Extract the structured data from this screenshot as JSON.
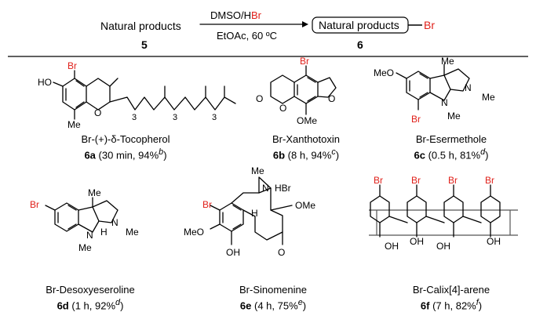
{
  "scheme": {
    "reactant_label": "Natural products",
    "reactant_number": "5",
    "reagent_top_prefix": "DMSO/H",
    "reagent_top_br": "Br",
    "conditions": "EtOAc, 60 ºC",
    "product_label": "Natural products",
    "product_br": "Br",
    "product_number": "6"
  },
  "compounds": [
    {
      "name": "Br-(+)-δ-Tocopherol",
      "id": "6a",
      "time": "30 min",
      "yield": "94%",
      "note": "b"
    },
    {
      "name": "Br-Xanthotoxin",
      "id": "6b",
      "time": "8 h",
      "yield": "94%",
      "note": "c"
    },
    {
      "name": "Br-Esermethole",
      "id": "6c",
      "time": "0.5 h",
      "yield": "81%",
      "note": "d"
    },
    {
      "name": "Br-Desoxyeseroline",
      "id": "6d",
      "time": "1 h",
      "yield": "92%",
      "note": "d"
    },
    {
      "name": "Br-Sinomenine",
      "id": "6e",
      "time": "4 h",
      "yield": "75%",
      "note": "e"
    },
    {
      "name": "Br-Calix[4]-arene",
      "id": "6f",
      "time": "7 h",
      "yield": "82%",
      "note": "f"
    }
  ],
  "atoms": {
    "br": "Br",
    "ho": "HO",
    "me": "Me",
    "o": "O",
    "ome": "OMe",
    "meo": "MeO",
    "n": "N",
    "h": "H",
    "oh": "OH",
    "hbr": "HBr",
    "sub3": "3"
  },
  "colors": {
    "bromine": "#e0201a",
    "text": "#000000"
  }
}
